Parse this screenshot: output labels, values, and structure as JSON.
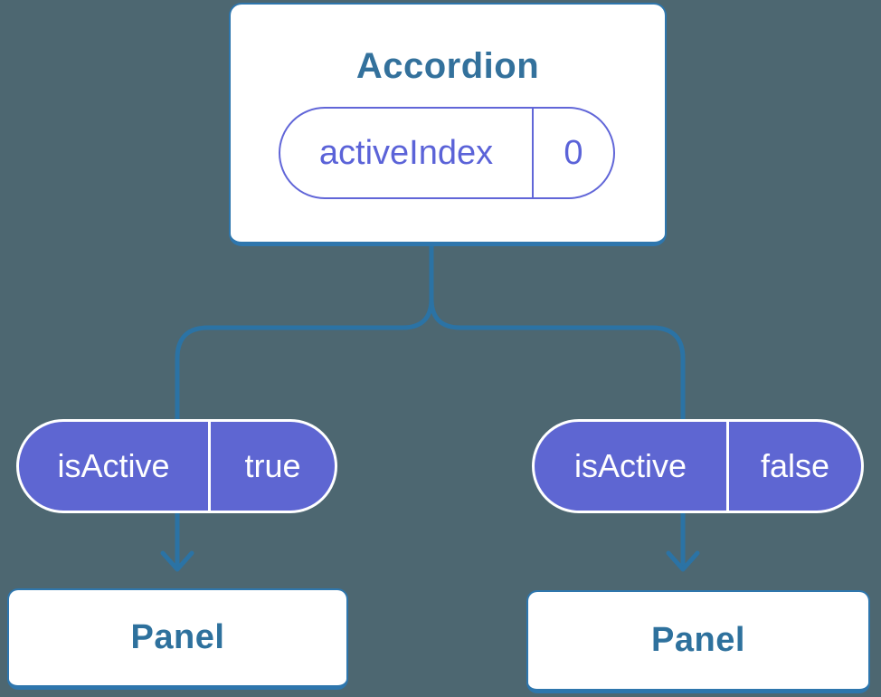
{
  "accordion": {
    "title": "Accordion",
    "state": {
      "name": "activeIndex",
      "value": "0"
    }
  },
  "props": [
    {
      "name": "isActive",
      "value": "true"
    },
    {
      "name": "isActive",
      "value": "false"
    }
  ],
  "panels": [
    {
      "label": "Panel"
    },
    {
      "label": "Panel"
    }
  ],
  "icons": [
    {
      "name": "arrow-down-icon",
      "glyph": "↓"
    },
    {
      "name": "arrow-down-icon",
      "glyph": "↓"
    }
  ],
  "colors": {
    "background": "#4D6771",
    "connector_blue": "#2B73A5",
    "card_border_blue": "#2E76AD",
    "card_background": "#FFFFFF",
    "title_text_blue": "#33719C",
    "panel_text_blue": "#2E719D",
    "pill_purple_fill": "#5E66D2",
    "pill_purple_outline": "#6166D8",
    "pill_outline_text": "#5B63D8",
    "pill_filled_text": "#FFFFFF"
  }
}
